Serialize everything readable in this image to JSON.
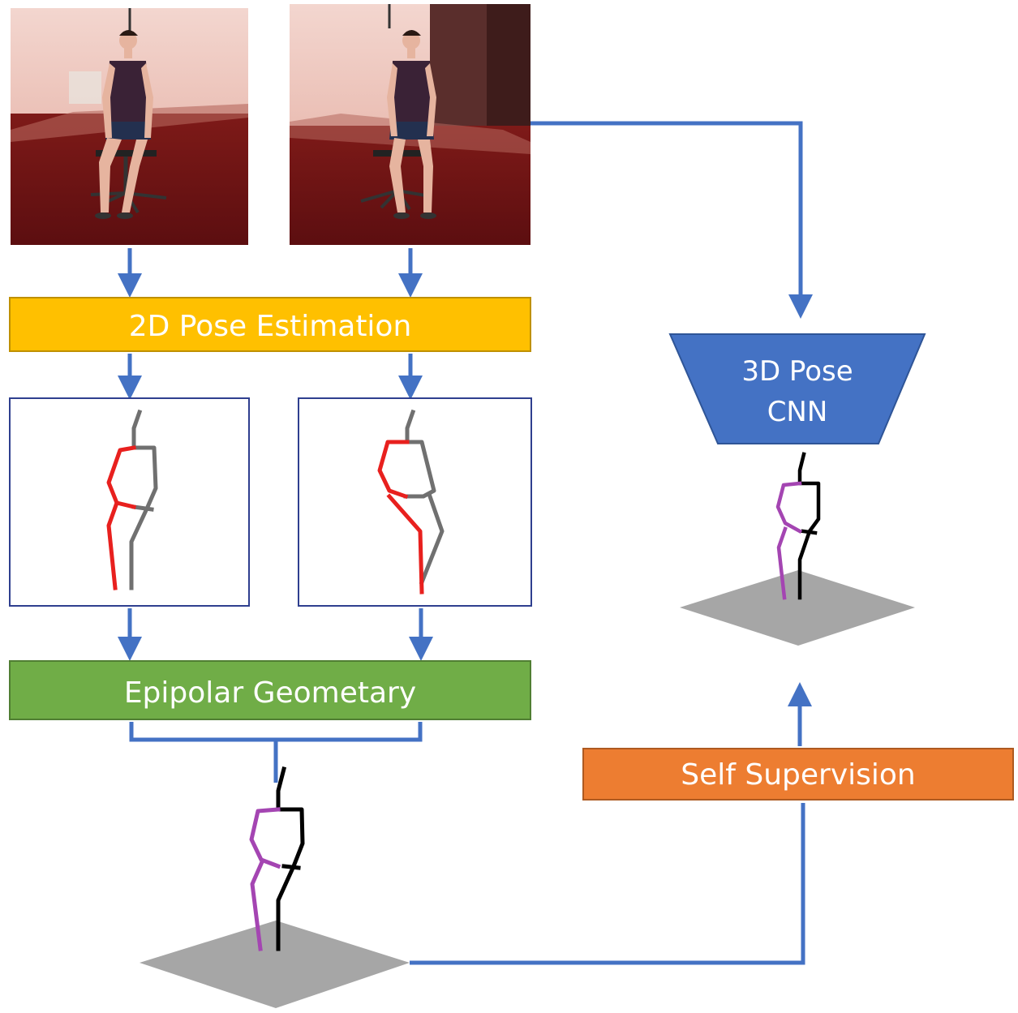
{
  "labels": {
    "pose2d": "2D Pose Estimation",
    "epipolar": "Epipolar Geometary",
    "cnn_line1": "3D Pose",
    "cnn_line2": "CNN",
    "self_supervision": "Self Supervision"
  },
  "colors": {
    "arrow": "#4472C4",
    "pose2d_fill": "#FFC000",
    "pose2d_border": "#BF9000",
    "epipolar_fill": "#70AD47",
    "epipolar_border": "#507E32",
    "cnn_fill": "#4472C4",
    "cnn_border": "#2F5597",
    "self_sup_fill": "#ED7D31",
    "self_sup_border": "#AE5A21",
    "panel_border": "#2F3F8F",
    "skeleton_left_2d": "#E8201E",
    "skeleton_right_2d": "#707070",
    "skeleton_left_3d": "#A445B2",
    "skeleton_right_3d": "#000000",
    "ground": "#A6A6A6",
    "label_text": "#FFFFFF"
  },
  "images": [
    {
      "name": "camera-view-1",
      "description": "seated subject photo"
    },
    {
      "name": "camera-view-2",
      "description": "seated subject photo"
    }
  ]
}
